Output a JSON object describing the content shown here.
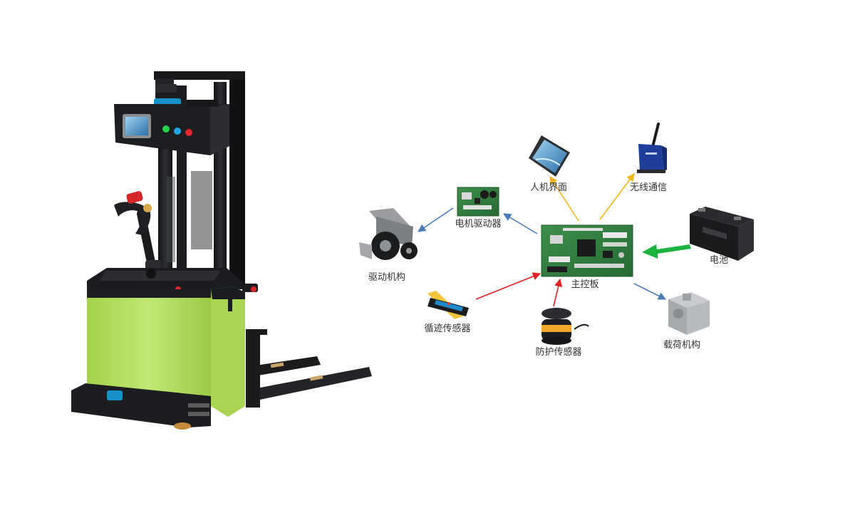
{
  "colors": {
    "background": "#ffffff",
    "forklift_green": "#b5df5e",
    "forklift_dark": "#1e1f21",
    "arrow_blue": "#4a7bb7",
    "arrow_yellow": "#f2b51a",
    "arrow_red": "#e02020",
    "arrow_green": "#1db33f",
    "pcb_green": "#2f7a3e"
  },
  "nodes": {
    "main_board": "主控板",
    "hmi": "人机界面",
    "wireless": "无线通信",
    "battery": "电池",
    "motor_driver": "电机驱动器",
    "drive_mech": "驱动机构",
    "line_sensor": "循迹传感器",
    "safety_sensor": "防护传感器",
    "load_mech": "载荷机构"
  },
  "icons": {
    "forklift": "agv-stacker-forklift-image",
    "main_board": "circuit-board-icon",
    "hmi": "tablet-icon",
    "wireless": "wireless-router-icon",
    "battery": "battery-icon",
    "motor_driver": "driver-board-icon",
    "drive_mech": "drive-wheel-icon",
    "line_sensor": "line-sensor-icon",
    "safety_sensor": "lidar-sensor-icon",
    "load_mech": "lift-mechanism-icon"
  }
}
